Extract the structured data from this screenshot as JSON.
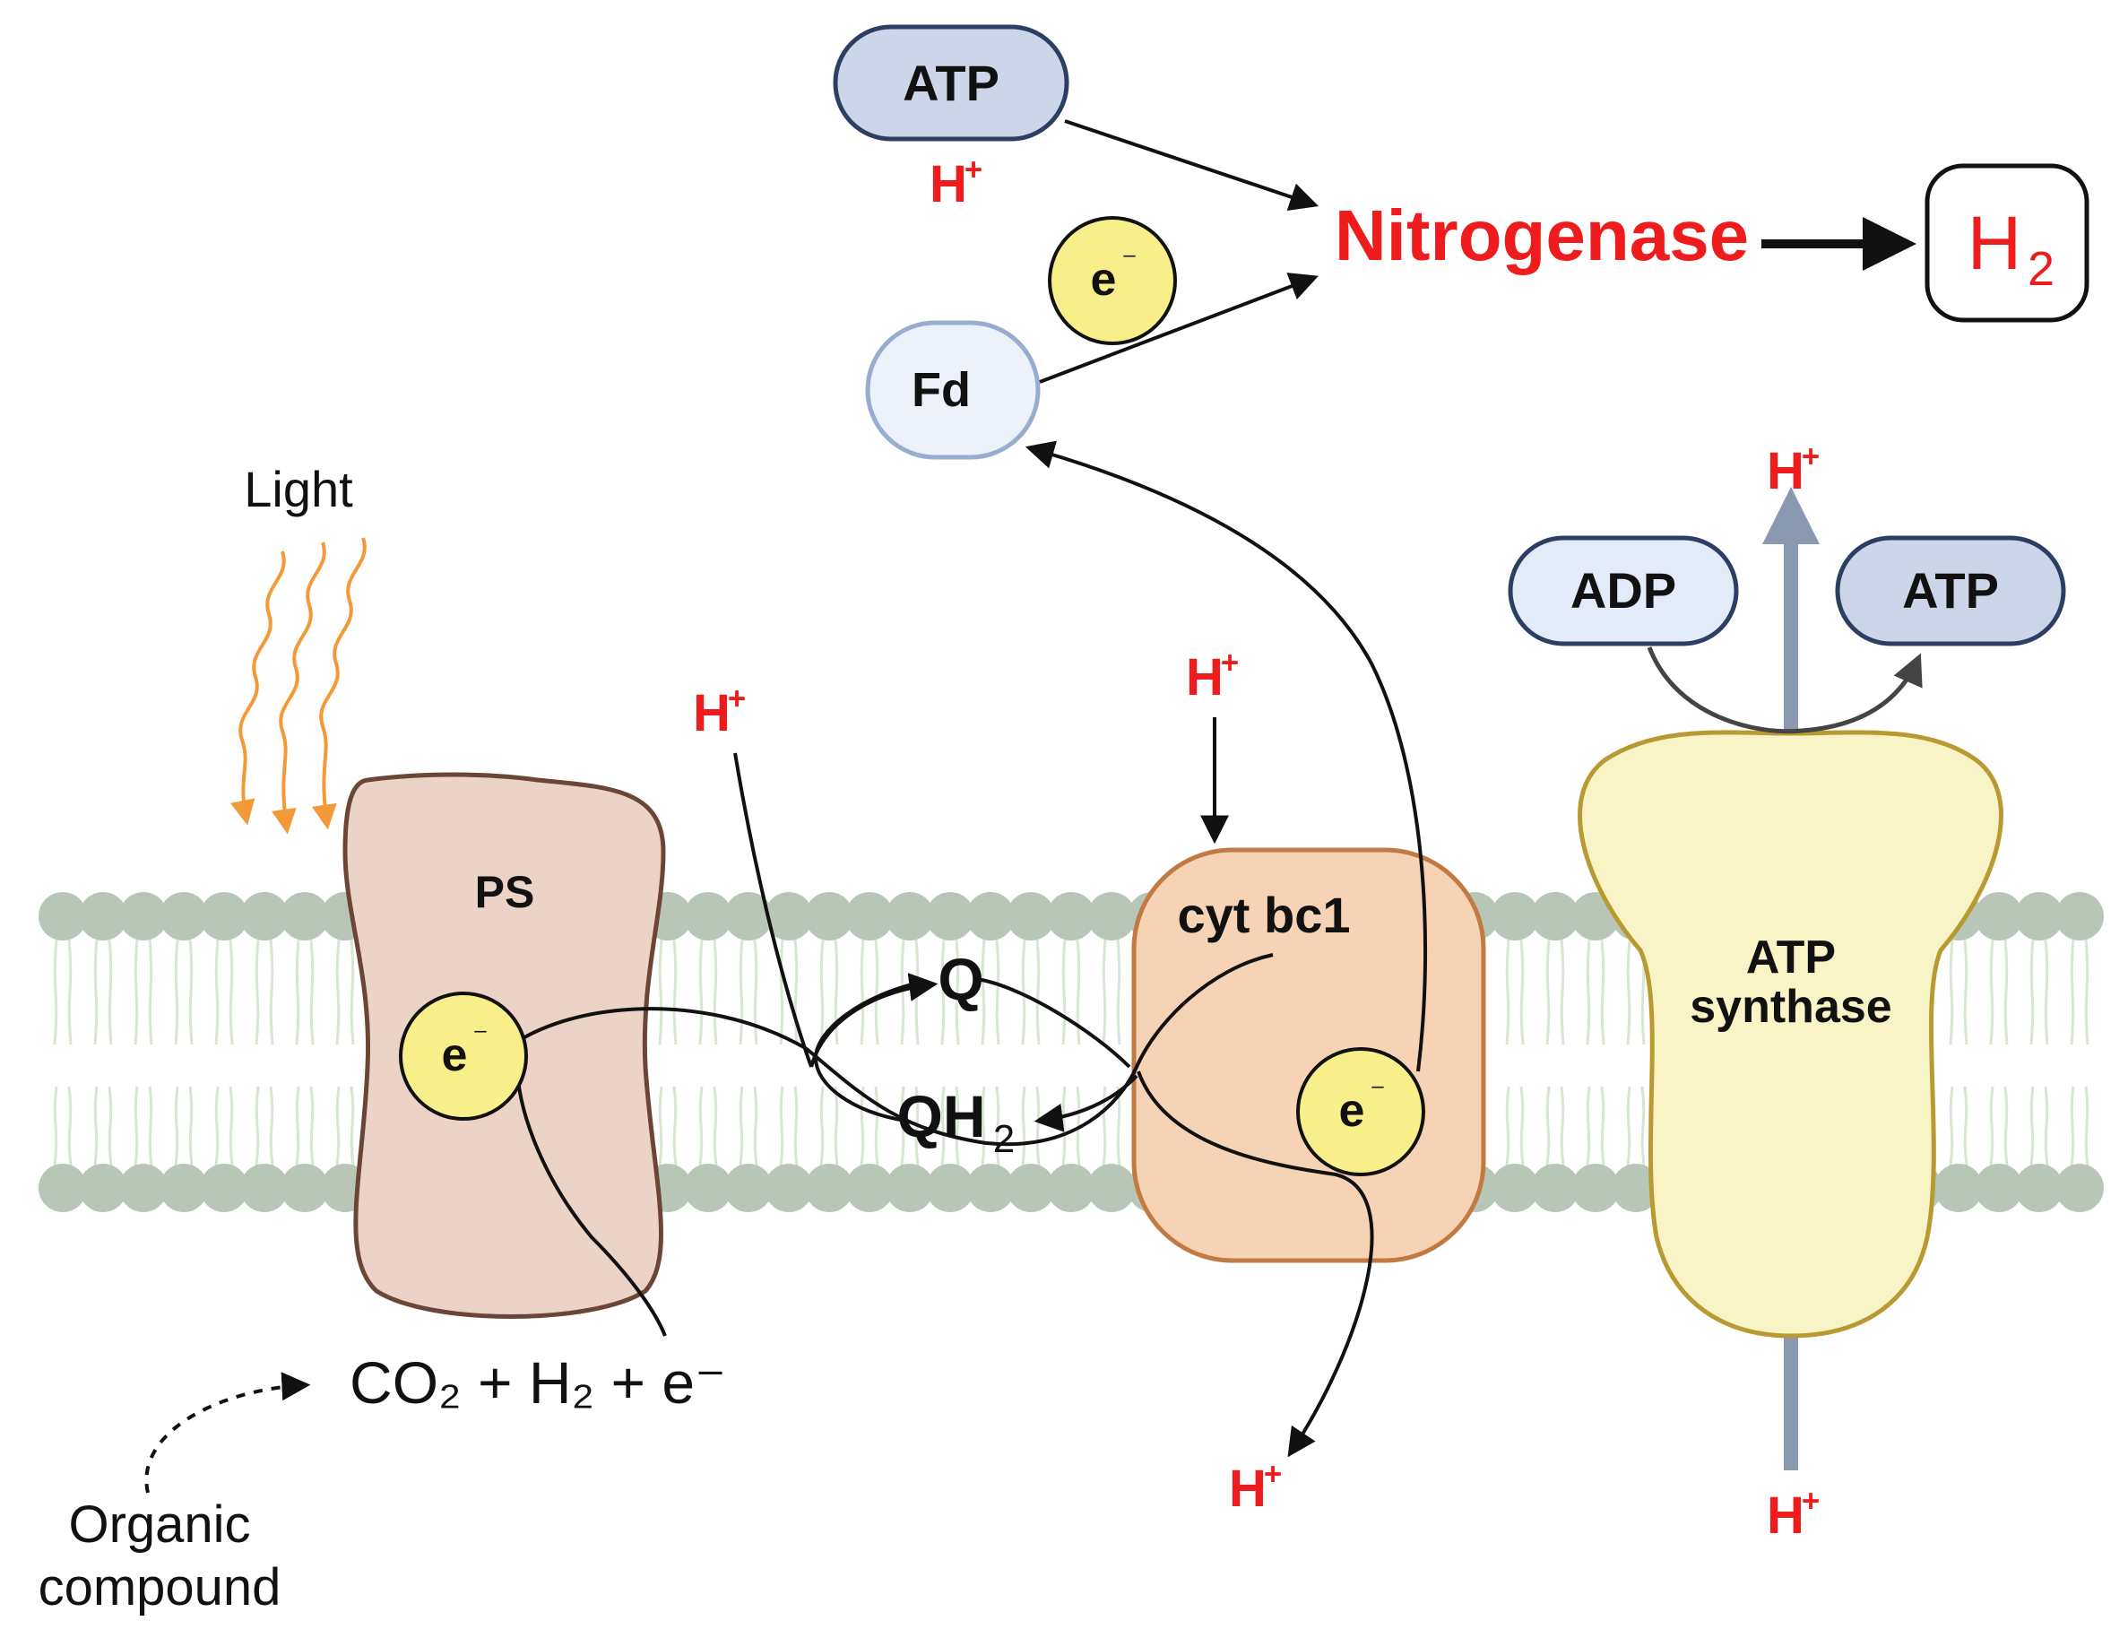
{
  "labels": {
    "nitrogenase": "Nitrogenase",
    "h2_main": "H",
    "h2_sub": "2",
    "atp": "ATP",
    "adp": "ADP",
    "fd": "Fd",
    "electron": "e",
    "electron_sup": "⁻",
    "light": "Light",
    "ps": "PS",
    "cyt": "cyt bc1",
    "atp_synthase_line1": "ATP",
    "atp_synthase_line2": "synthase",
    "q": "Q",
    "qh2_main": "QH",
    "qh2_sub": "2",
    "proton": "H",
    "proton_sup": "+",
    "reaction": "CO₂ + H₂ + e⁻",
    "organic_line1": "Organic",
    "organic_line2": "compound"
  },
  "colors": {
    "proton_red": "#ee1c1c",
    "membrane_head": "#b8c6b8",
    "membrane_tail": "#d7e6d3",
    "ps_fill": "#ecd3c8",
    "ps_stroke": "#6b4636",
    "cyt_fill": "#f7d3b5",
    "cyt_stroke": "#c07a42",
    "synthase_fill": "#f8f4c6",
    "synthase_stroke": "#b99a32",
    "electron_fill": "#f7f08a",
    "atp_fill": "#ccd6e8",
    "adp_fill": "#e3ebf8",
    "fd_fill": "#edf2fa",
    "light_orange": "#f29a37",
    "channel_grey": "#8a98b0"
  }
}
